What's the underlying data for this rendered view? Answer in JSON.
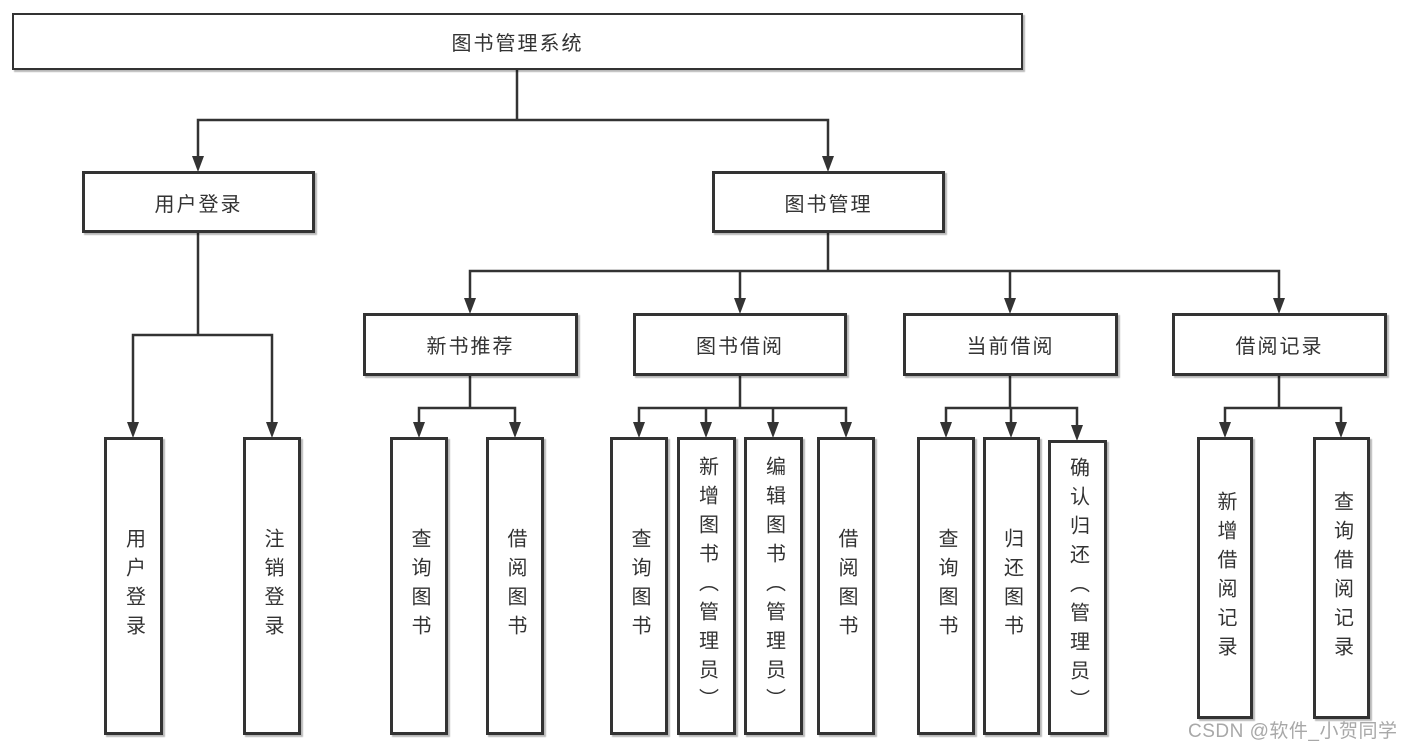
{
  "diagram": {
    "root": "图书管理系统",
    "user_login": {
      "label": "用户登录",
      "children": [
        "用户登录",
        "注销登录"
      ]
    },
    "book_mgmt": {
      "label": "图书管理",
      "sections": [
        {
          "label": "新书推荐",
          "children": [
            "查询图书",
            "借阅图书"
          ]
        },
        {
          "label": "图书借阅",
          "children": [
            "查询图书",
            "新增图书（管理员）",
            "编辑图书（管理员）",
            "借阅图书"
          ]
        },
        {
          "label": "当前借阅",
          "children": [
            "查询图书",
            "归还图书",
            "确认归还（管理员）"
          ]
        },
        {
          "label": "借阅记录",
          "children": [
            "新增借阅记录",
            "查询借阅记录"
          ]
        }
      ]
    }
  },
  "watermark": "CSDN @软件_小贺同学",
  "colors": {
    "line": "#333333",
    "box_border": "#333333",
    "text": "#333333",
    "background": "#ffffff",
    "watermark": "#a8a8a8"
  }
}
